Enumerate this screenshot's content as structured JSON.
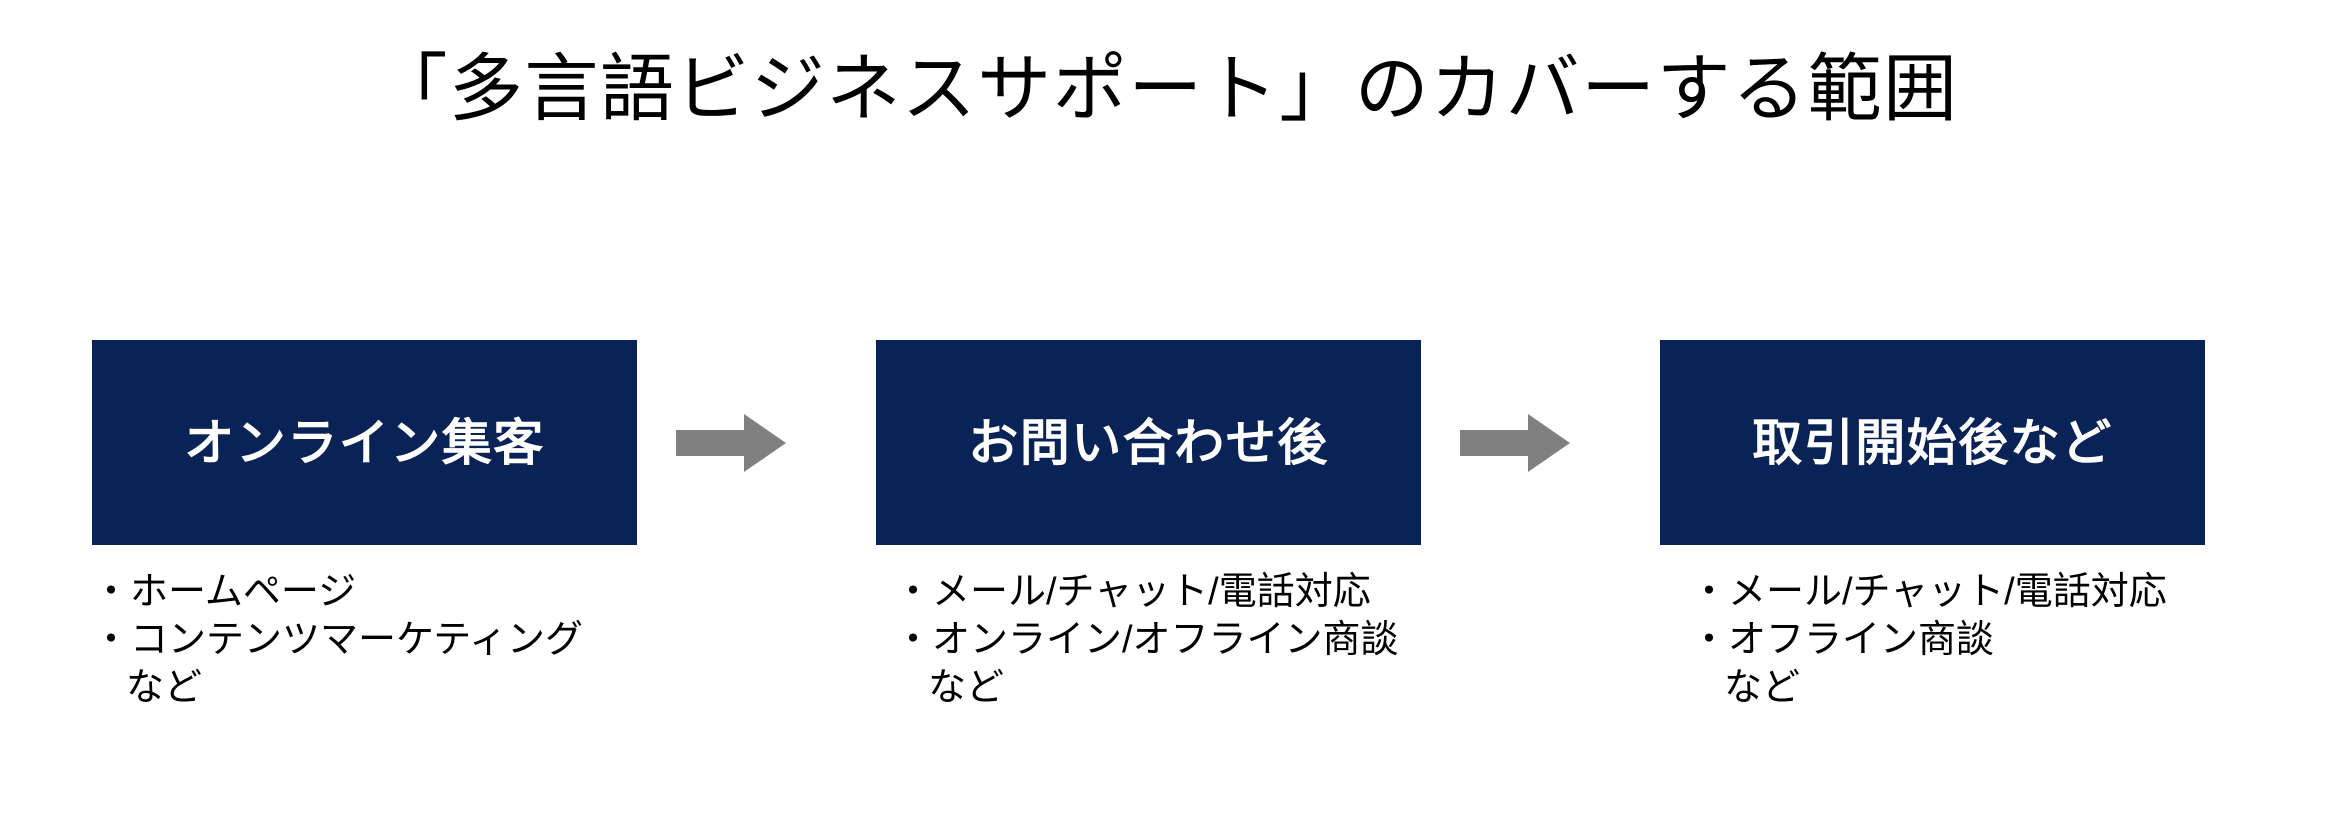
{
  "slide": {
    "title": "「多言語ビジネスサポート」のカバーする範囲",
    "background_color": "#ffffff",
    "box_color": "#0a2357",
    "box_text_color": "#ffffff",
    "arrow_color": "#808080",
    "text_color": "#000000"
  },
  "flow": {
    "stages": [
      {
        "label": "オンライン集客",
        "notes": [
          "・ホームページ",
          "・コンテンツマーケティング",
          "など"
        ]
      },
      {
        "label": "お問い合わせ後",
        "notes": [
          "・メール/チャット/電話対応",
          "・オンライン/オフライン商談",
          "など"
        ]
      },
      {
        "label": "取引開始後など",
        "notes": [
          "・メール/チャット/電話対応",
          "・オフライン商談",
          "など"
        ]
      }
    ],
    "arrows": [
      {
        "name": "arrow-stage1-to-stage2"
      },
      {
        "name": "arrow-stage2-to-stage3"
      }
    ]
  }
}
